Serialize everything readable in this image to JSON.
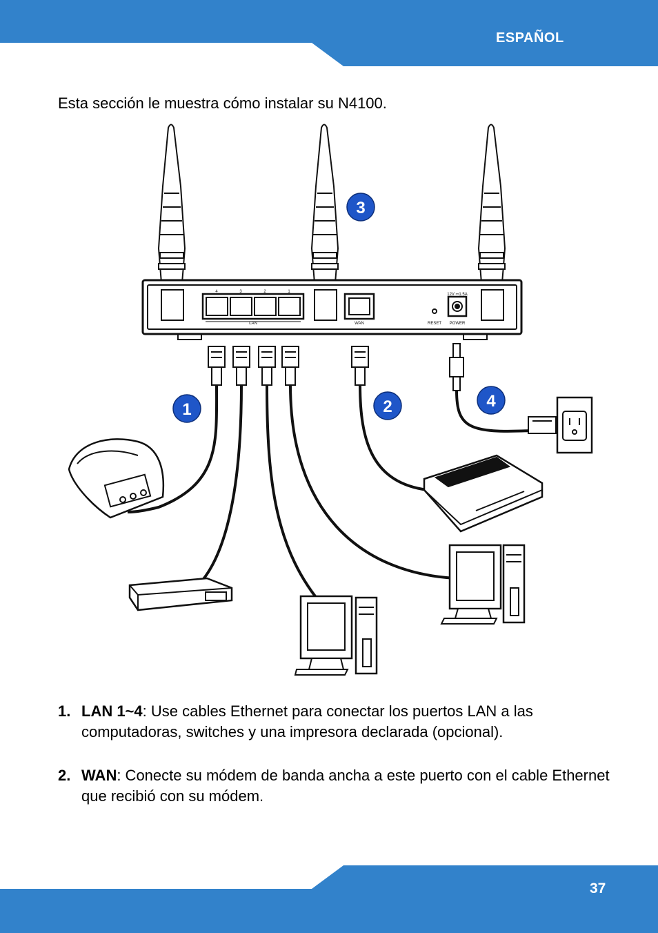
{
  "header": {
    "language": "ESPAÑOL",
    "band_color": "#3282cb"
  },
  "footer": {
    "page_number": "37"
  },
  "intro": "Esta sección le muestra cómo instalar su N4100.",
  "diagram": {
    "port_labels": {
      "lan_numbers": [
        "4",
        "3",
        "2",
        "1"
      ],
      "lan": "LAN",
      "wan": "WAN",
      "power_rating": "12V ⎓1.5A",
      "reset": "RESET",
      "power": "POWER"
    },
    "callouts": [
      "1",
      "2",
      "3",
      "4"
    ],
    "callout_color": "#1f56c8"
  },
  "steps": [
    {
      "number": "1.",
      "term": "LAN 1~4",
      "text": ": Use cables Ethernet para conectar los puertos LAN a las computadoras, switches y una impresora declarada (opcional)."
    },
    {
      "number": "2.",
      "term": "WAN",
      "text": ": Conecte su módem de banda ancha a este puerto con el cable Ethernet que recibió con su módem."
    }
  ]
}
